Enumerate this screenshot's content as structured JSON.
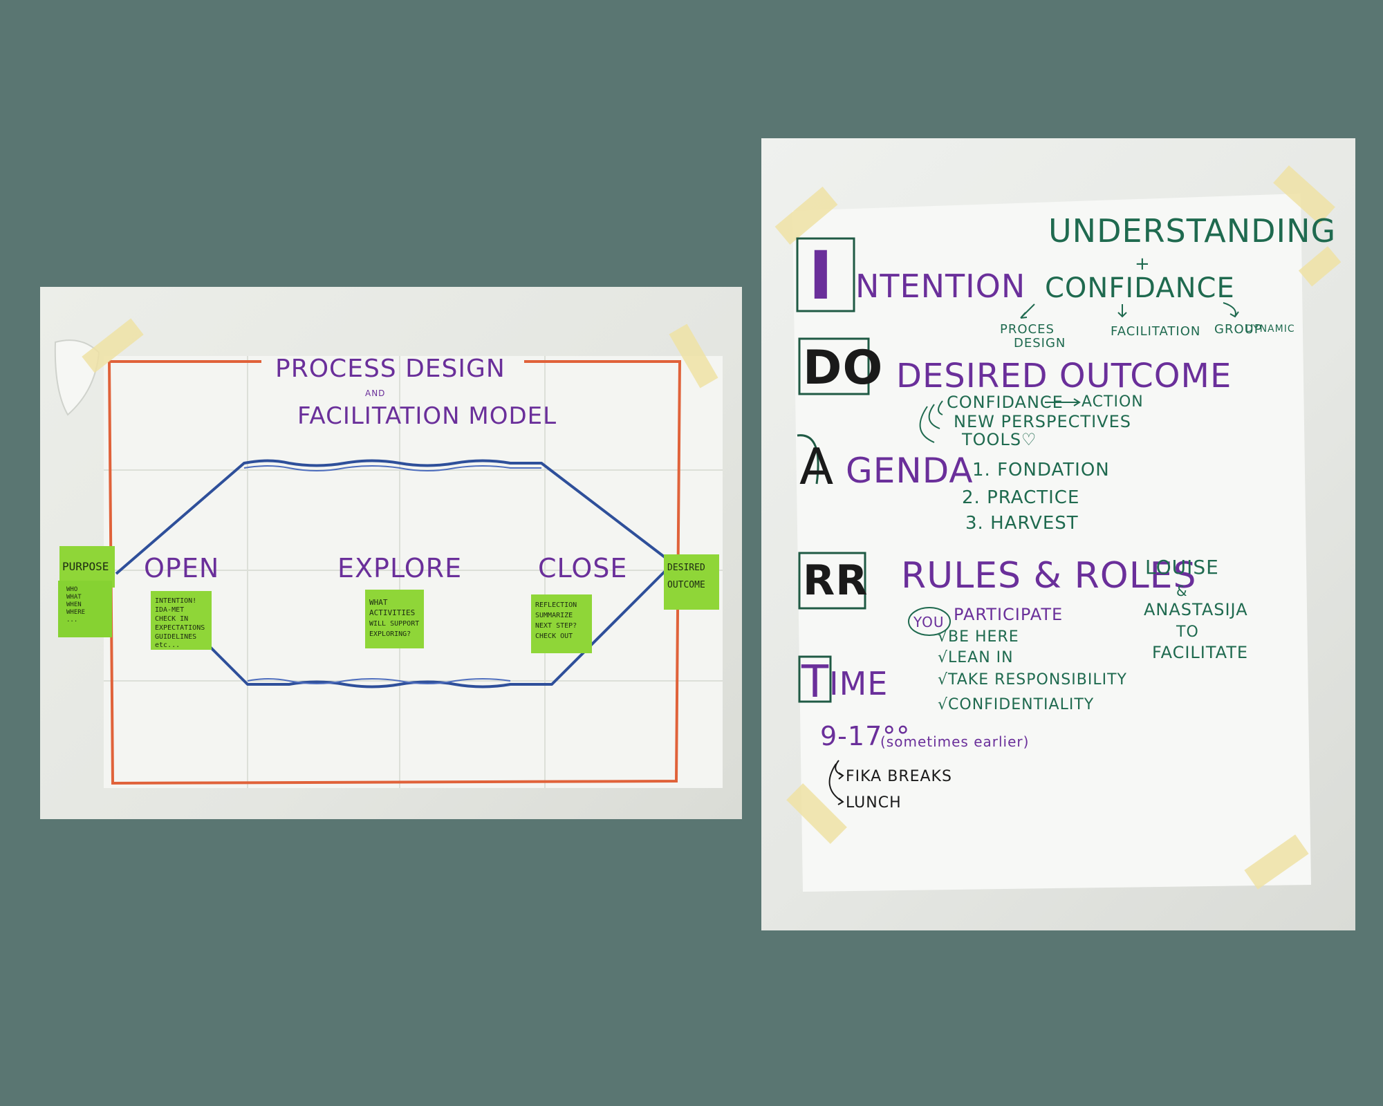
{
  "left_photo": {
    "title_line1": "PROCESS DESIGN",
    "title_and": "AND",
    "title_line2": "FACILITATION MODEL",
    "stages": [
      "OPEN",
      "EXPLORE",
      "CLOSE"
    ],
    "notes": {
      "purpose": {
        "title": "PURPOSE",
        "lines": [
          "WHO",
          "WHAT",
          "WHEN",
          "WHERE",
          "..."
        ]
      },
      "open": {
        "lines": [
          "INTENTION!",
          "IDA-MET",
          "CHECK IN",
          "EXPECTATIONS",
          "GUIDELINES",
          "etc..."
        ]
      },
      "explore": {
        "lines": [
          "WHAT",
          "ACTIVITIES",
          "WILL SUPPORT",
          "EXPLORING?"
        ]
      },
      "close": {
        "lines": [
          "REFLECTION",
          "SUMMARIZE",
          "NEXT STEP?",
          "CHECK OUT"
        ]
      },
      "desired": {
        "lines": [
          "DESIRED",
          "OUTCOME"
        ]
      }
    }
  },
  "right_photo": {
    "letters": [
      "I",
      "DO",
      "A",
      "RR",
      "T"
    ],
    "intention_rest": "NTENTION",
    "understanding": "UNDERSTANDING",
    "plus": "+",
    "confidance": "CONFIDANCE",
    "proces_design_1": "PROCES",
    "proces_design_2": "DESIGN",
    "facilitation": "FACILITATION",
    "group_dynamic_1": "GROUP",
    "group_dynamic_2": "DYNAMIC",
    "desired_outcome": "DESIRED OUTCOME",
    "do_items": [
      "CONFIDANCE",
      "ACTION",
      "NEW PERSPECTIVES",
      "TOOLS♡"
    ],
    "agenda_rest": "GENDA",
    "agenda_items": [
      "1. FONDATION",
      "2. PRACTICE",
      "3. HARVEST"
    ],
    "rules_roles": "RULES & ROLES",
    "you": "YOU",
    "participate": "PARTICIPATE",
    "rr_items": [
      "√BE HERE",
      "√LEAN IN",
      "√TAKE RESPONSIBILITY",
      "√CONFIDENTIALITY"
    ],
    "facilitators": [
      "LOUISE",
      "&",
      "ANASTASIJA",
      "TO",
      "FACILITATE"
    ],
    "time_rest": "IME",
    "time_range": "9-17°°",
    "time_note": "(sometimes earlier)",
    "time_items": [
      "FIKA BREAKS",
      "LUNCH"
    ]
  }
}
